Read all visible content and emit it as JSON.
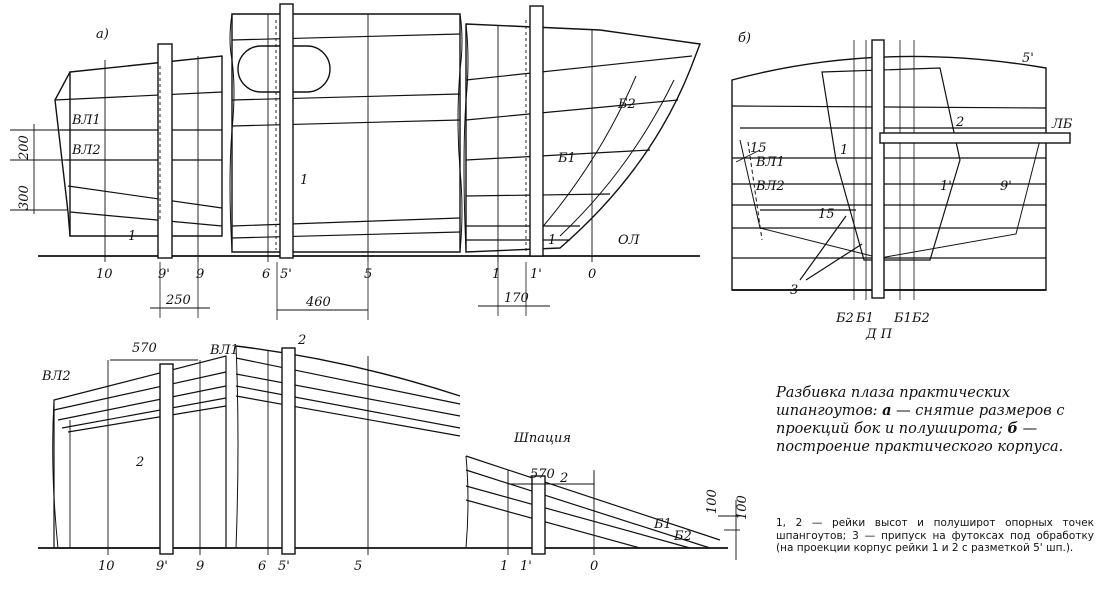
{
  "panels": {
    "a": "а)",
    "b": "б)"
  },
  "labels_top_left": {
    "vl1": "ВЛ1",
    "vl2": "ВЛ2",
    "b1": "Б1",
    "b2": "Б2",
    "ol": "ОЛ",
    "rail1_a": "1",
    "rail1_b": "1",
    "rail1_c": "1"
  },
  "dims_vertical": {
    "d200": "200",
    "d300": "300"
  },
  "stations_top": [
    "10",
    "9'",
    "9",
    "6",
    "5'",
    "5",
    "1",
    "1'",
    "0"
  ],
  "dims_top": {
    "d250": "250",
    "d460": "460",
    "d170": "170"
  },
  "labels_body_plan": {
    "five_prime": "5'",
    "lb": "ЛБ",
    "two": "2",
    "one": "1",
    "d15_a": "15",
    "d15_b": "15",
    "vl1": "ВЛ1",
    "vl2": "ВЛ2",
    "one_prime": "1'",
    "nine_prime": "9'",
    "three": "3",
    "bottom": [
      "Б2",
      "Б1",
      "Б1",
      "Б2"
    ],
    "dp": "Д П"
  },
  "labels_bottom": {
    "d570_a": "570",
    "d570_b": "570",
    "vl1": "ВЛ1",
    "vl2": "ВЛ2",
    "two_a": "2",
    "two_b": "2",
    "two_c": "2",
    "shpaciya": "Шпация",
    "b1": "Б1",
    "b2": "Б2",
    "d100_a": "100",
    "d100_b": "100"
  },
  "stations_bottom": [
    "10",
    "9'",
    "9",
    "6",
    "5'",
    "5",
    "1",
    "1'",
    "0"
  ],
  "caption": {
    "title": "Разбивка плаза практических шпангоутов:",
    "a_prefix": "а",
    "a_text": " — снятие размеров с проекций бок и полуширота; ",
    "b_prefix": "б",
    "b_text": " — построение практического корпуса."
  },
  "legend": "1, 2 — рейки высот и полуширот опорных точек шпангоутов; 3 — припуск на футоксах под обработку (на проекции корпус рейки 1 и 2 с разметкой 5' шп.)."
}
